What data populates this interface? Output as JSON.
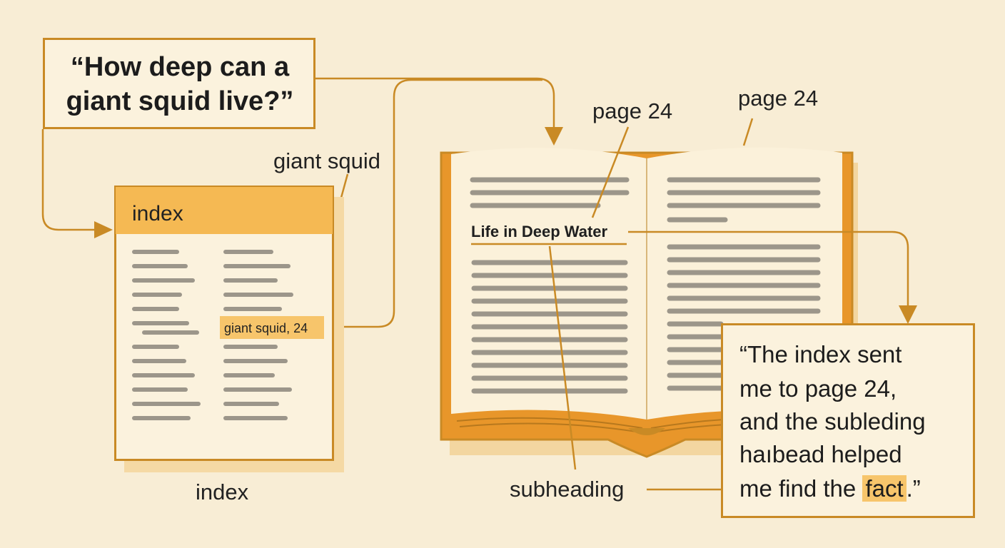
{
  "question": {
    "line1": "“How deep can a",
    "line2": "giant squid live?”"
  },
  "labels": {
    "giant_squid": "giant squid",
    "page_left": "page 24",
    "page_right": "page 24",
    "index_caption": "index",
    "subheading": "subheading"
  },
  "index_card": {
    "header": "index",
    "highlighted_entry": "giant squid, 24"
  },
  "book": {
    "subheading_title": "Life in Deep Water"
  },
  "answer": {
    "line1": "“The index sent",
    "line2": "me to page 24,",
    "line3": "and the subleding",
    "line4": "haıbead helped",
    "line5_before": "me find the",
    "highlight": "fact",
    "line5_after": ".”"
  },
  "colors": {
    "background": "#f8edd5",
    "accent_orange": "#e8962a",
    "outline": "#c98a25",
    "highlight": "#f7c56b",
    "text_line_gray": "#9c968a"
  }
}
